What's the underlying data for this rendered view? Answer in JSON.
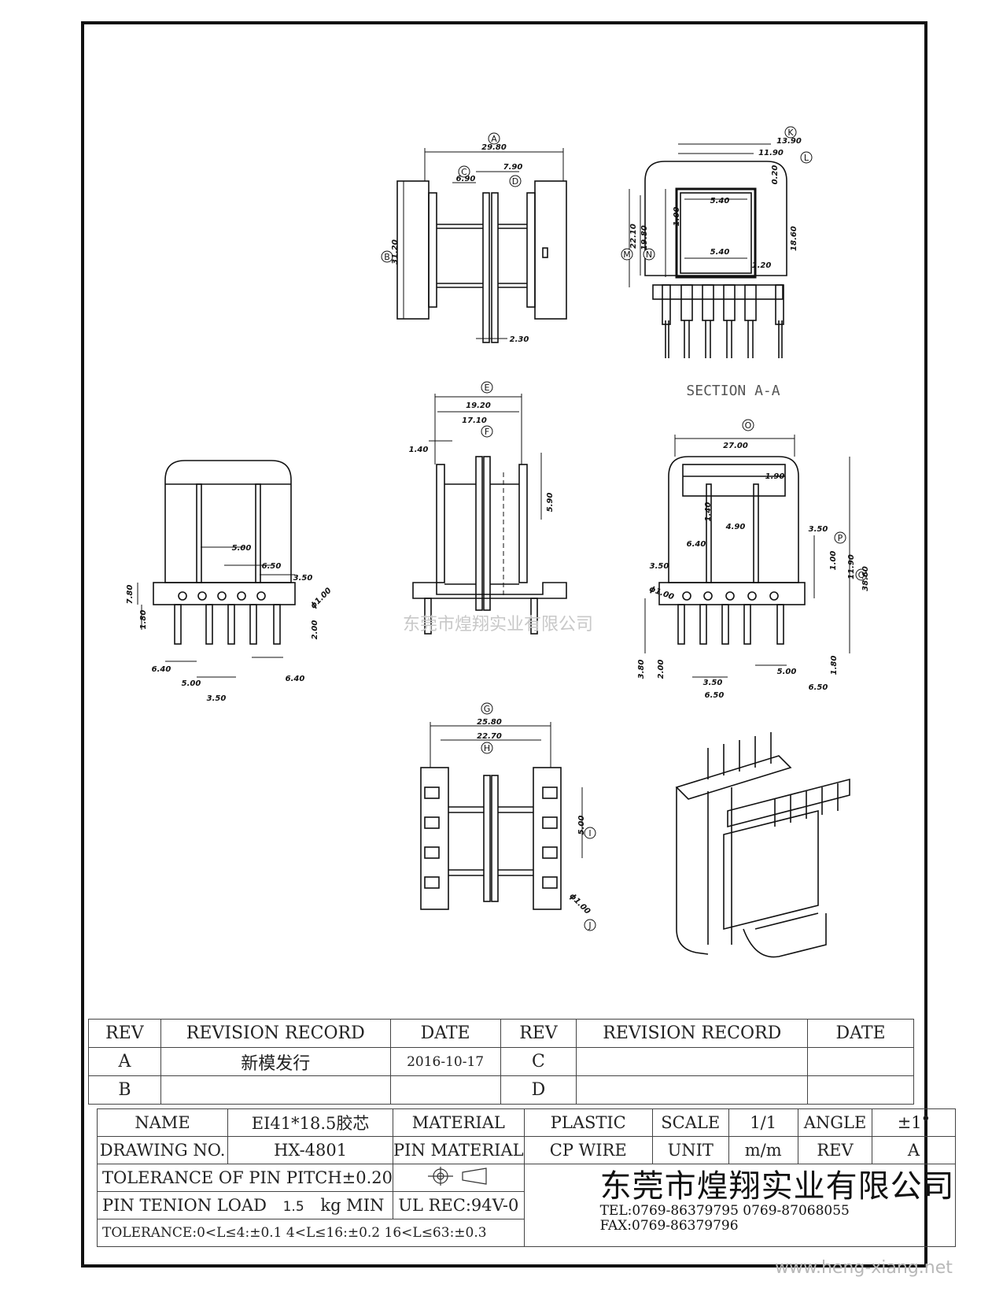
{
  "drawing": {
    "section_label": "SECTION A-A",
    "watermark": "东莞市煌翔实业有限公司",
    "site_watermark": "www.heng-xiang.net",
    "callouts": [
      "A",
      "B",
      "C",
      "D",
      "E",
      "F",
      "G",
      "H",
      "I",
      "J",
      "K",
      "L",
      "M",
      "N",
      "O",
      "P",
      "Q"
    ],
    "dims_top": {
      "A": "29.80",
      "C": "6.90",
      "D": "7.90",
      "B": "31.20",
      "bottom": "2.30"
    },
    "dims_section": {
      "K": "13.90",
      "L": "11.90",
      "t": "0.20",
      "inner_top": "5.40",
      "inner_bot": "5.40",
      "left_wall": "1.00",
      "M": "22.10",
      "N": "19.80",
      "right": "18.60",
      "r": "1.20"
    },
    "dims_side": {
      "E": "19.20",
      "F": "17.10",
      "flange": "1.40",
      "h": "5.90"
    },
    "dims_front_left": {
      "p1": "5.00",
      "p2": "6.50",
      "p3": "3.50",
      "dia": "ϕ1.00",
      "h1": "7.80",
      "h2": "1.80",
      "h3": "2.00",
      "b1": "6.40",
      "b2": "5.00",
      "b3": "3.50",
      "b4": "6.40"
    },
    "dims_front_right": {
      "O": "27.00",
      "w1": "1.90",
      "w2": "1.40",
      "w3": "4.90",
      "w4": "3.50",
      "w5": "6.40",
      "w6": "3.50",
      "dia": "ϕ1.00",
      "P1": "1.00",
      "P": "11.90",
      "Q": "38.60",
      "v1": "3.80",
      "v2": "2.00",
      "v3": "1.80",
      "b1": "3.50",
      "b2": "6.50",
      "b3": "5.00",
      "b4": "6.50"
    },
    "dims_bottom": {
      "G": "25.80",
      "H": "22.70",
      "I": "5.00",
      "J": "ϕ1.00"
    }
  },
  "revision_table": {
    "headers": [
      "REV",
      "REVISION RECORD",
      "DATE",
      "REV",
      "REVISION RECORD",
      "DATE"
    ],
    "rows": [
      [
        "A",
        "新模发行",
        "2016-10-17",
        "C",
        "",
        ""
      ],
      [
        "B",
        "",
        "",
        "D",
        "",
        ""
      ]
    ]
  },
  "title_block": {
    "name_label": "NAME",
    "name_value": "EI41*18.5胶芯",
    "material_label": "MATERIAL",
    "material_value": "PLASTIC",
    "scale_label": "SCALE",
    "scale_value": "1/1",
    "angle_label": "ANGLE",
    "angle_value": "±1°",
    "drawing_no_label": "DRAWING NO.",
    "drawing_no_value": "HX-4801",
    "pin_material_label": "PIN MATERIAL",
    "pin_material_value": "CP WIRE",
    "unit_label": "UNIT",
    "unit_value": "m/m",
    "rev_label": "REV",
    "rev_value": "A",
    "tolerance_pitch": "TOLERANCE OF PIN PITCH±0.20",
    "pin_load_prefix": "PIN TENION LOAD",
    "pin_load_value": "1.5",
    "pin_load_suffix": "kg MIN",
    "ul_rec": "UL REC:94V-0",
    "tolerance": "TOLERANCE:0<L≤4:±0.1  4<L≤16:±0.2  16<L≤63:±0.3",
    "company": "东莞市煌翔实业有限公司",
    "tel": "TEL:0769-86379795    0769-87068055",
    "fax": "FAX:0769-86379796"
  }
}
